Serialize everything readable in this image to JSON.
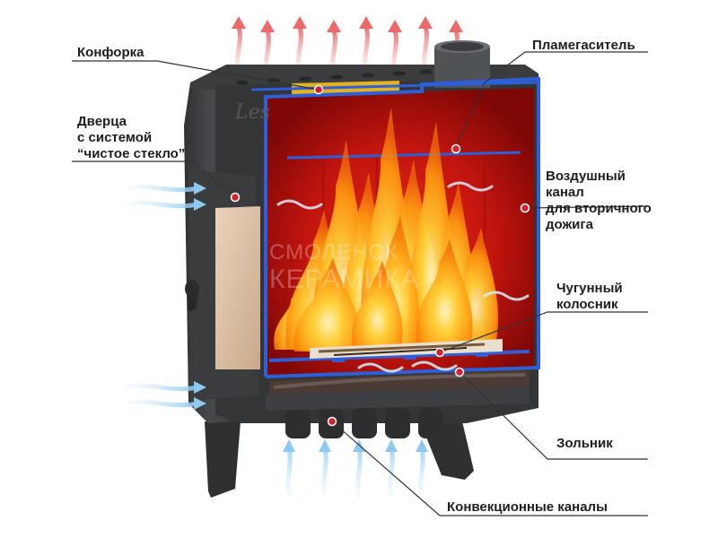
{
  "labels": {
    "konforka": "Конфорка",
    "dvertsa": [
      "Дверца",
      "с системой",
      "“чистое стекло”"
    ],
    "plamegasitel": "Пламегаситель",
    "vozdushny": [
      "Воздушный",
      "канал",
      "для вторичного",
      "дожига"
    ],
    "kolosnik": [
      "Чугунный",
      "колосник"
    ],
    "zolnik": "Зольник",
    "konvektsionnye": "Конвекционные каналы"
  },
  "brand": "Les",
  "watermark": [
    "СМОЛЕНСК",
    "КЕРАМИКА"
  ],
  "colors": {
    "body": "#3f4144",
    "body_dark": "#2c2d2f",
    "firebox": "#c0140e",
    "firebox_dark": "#7e0806",
    "steel_blue": "#2f5fd6",
    "hot_air": "#f08080",
    "cold_air": "#8cc8f0",
    "flame": "#ffb21e",
    "ember": "#e8dfcf",
    "marker": "#d2222d",
    "leader": "#333333",
    "text": "#1e1e1e"
  },
  "icons": [
    "hot-air-arrow-icon",
    "cold-air-arrow-icon",
    "flame-icon",
    "marker-dot-icon"
  ]
}
